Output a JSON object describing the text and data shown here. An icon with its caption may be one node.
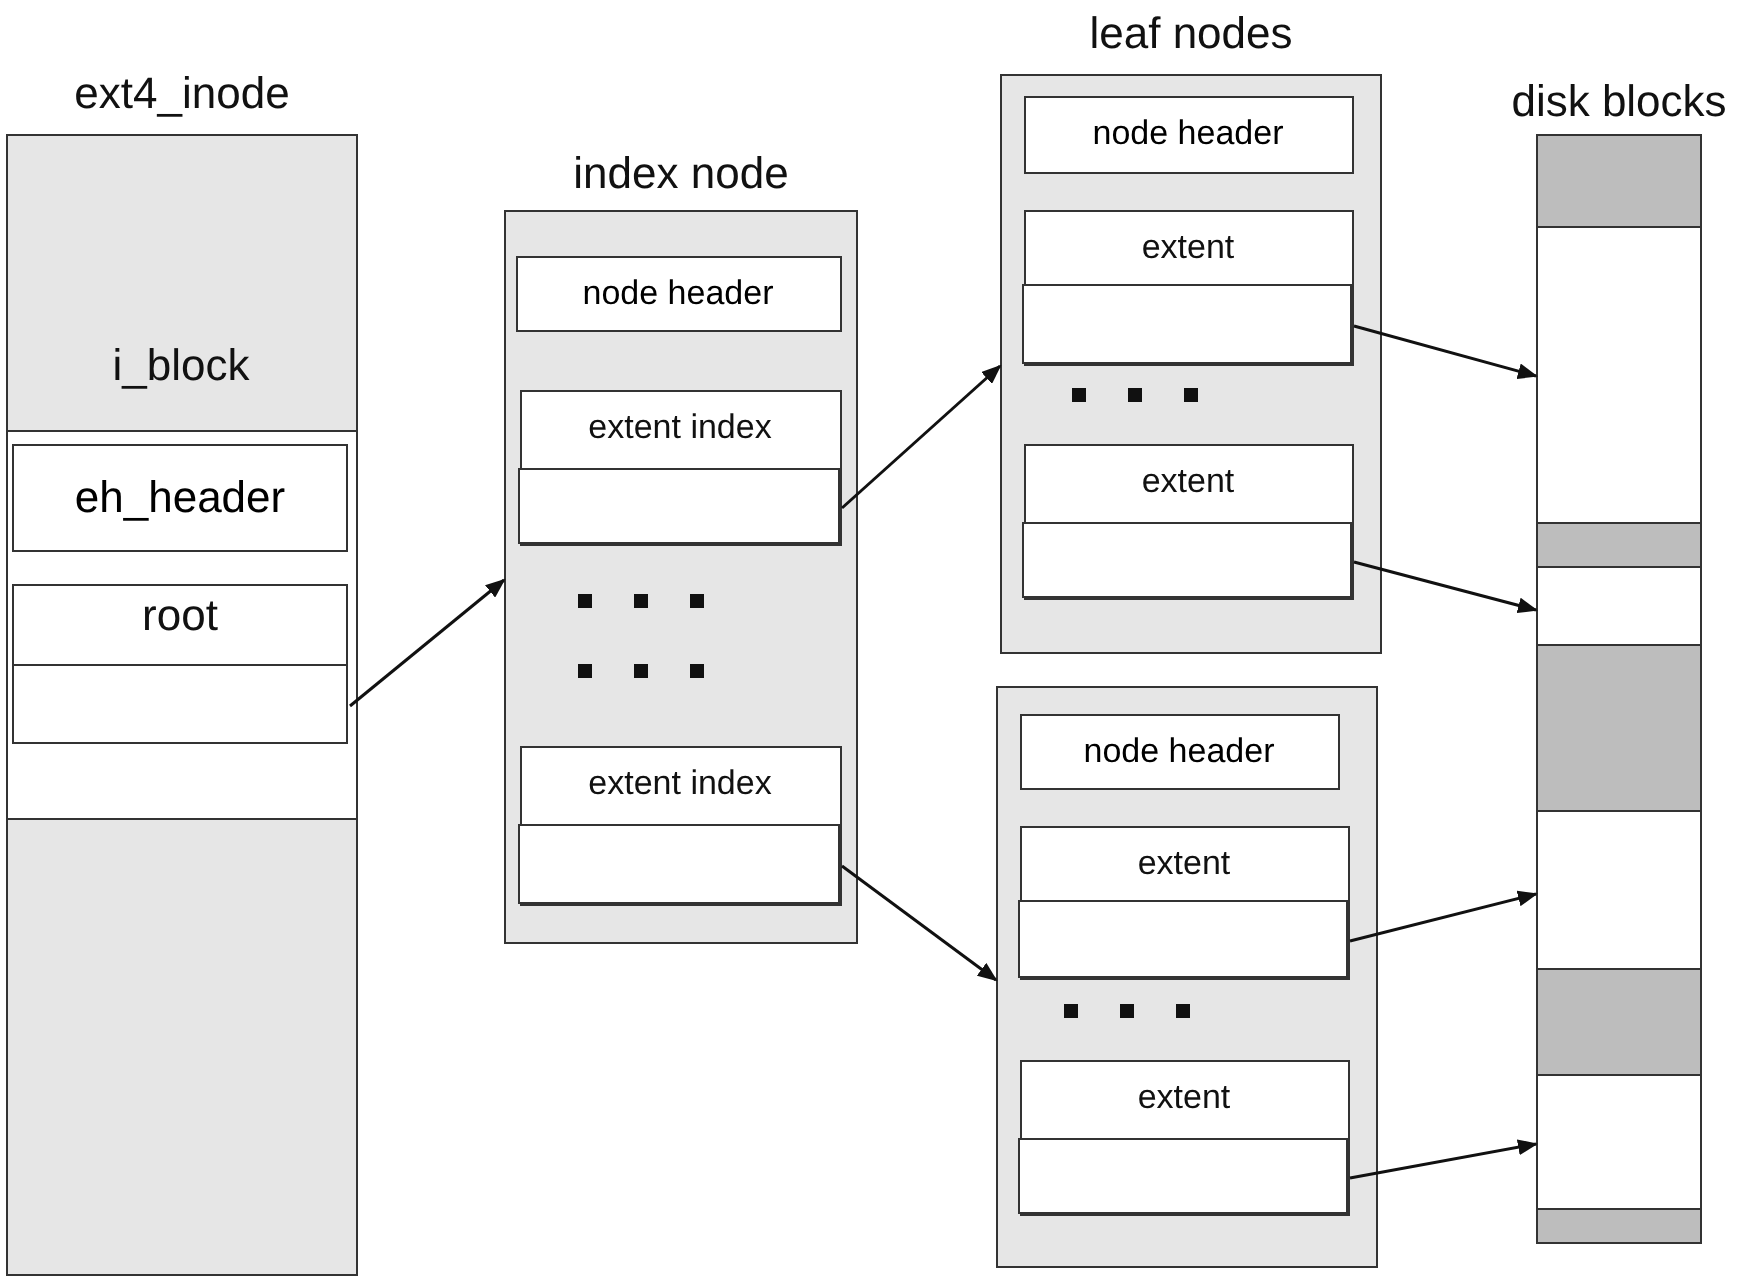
{
  "diagram": {
    "nodes": [
      {
        "text": [
          "ext4_inode"
        ]
      },
      {
        "text": [
          "i_block"
        ],
        "in": 0
      },
      {
        "text": [
          "eh_header"
        ],
        "in": 1
      },
      {
        "text": [
          "root"
        ],
        "in": 1
      },
      {
        "text": [],
        "shape": "box",
        "in": 3
      },
      {
        "text": [
          "index node"
        ]
      },
      {
        "text": [
          "node header"
        ],
        "in": 5
      },
      {
        "text": [
          "extent index"
        ],
        "in": 5
      },
      {
        "text": [],
        "shape": "box",
        "in": 7
      },
      {
        "text": [
          "extent index"
        ],
        "in": 5
      },
      {
        "text": [],
        "shape": "box",
        "in": 9
      },
      {
        "text": [
          "leaf nodes"
        ]
      },
      {
        "text": [
          "node header"
        ],
        "in": 11
      },
      {
        "text": [
          "extent"
        ],
        "in": 11
      },
      {
        "text": [],
        "shape": "box",
        "in": 13
      },
      {
        "text": [
          "extent"
        ],
        "in": 11
      },
      {
        "text": [],
        "shape": "box",
        "in": 15
      },
      {
        "text": [],
        "shape": "box"
      },
      {
        "text": [
          "node header"
        ],
        "in": 17
      },
      {
        "text": [
          "extent"
        ],
        "in": 17
      },
      {
        "text": [],
        "shape": "box",
        "in": 19
      },
      {
        "text": [
          "extent"
        ],
        "in": 17
      },
      {
        "text": [],
        "shape": "box",
        "in": 21
      },
      {
        "text": [
          "disk blocks"
        ]
      },
      {
        "text": [],
        "shape": "box",
        "in": 23
      },
      {
        "text": [],
        "shape": "box",
        "in": 23
      },
      {
        "text": [],
        "shape": "box",
        "in": 23
      },
      {
        "text": [],
        "shape": "box",
        "in": 23
      }
    ],
    "edges": [
      {
        "from": 4,
        "to": 5,
        "arrow": "to"
      },
      {
        "from": 8,
        "to": 11,
        "arrow": "to"
      },
      {
        "from": 10,
        "to": 17,
        "arrow": "to"
      },
      {
        "from": 14,
        "to": 24,
        "arrow": "to"
      },
      {
        "from": 16,
        "to": 25,
        "arrow": "to"
      },
      {
        "from": 20,
        "to": 26,
        "arrow": "to"
      },
      {
        "from": 22,
        "to": 27,
        "arrow": "to"
      }
    ]
  }
}
